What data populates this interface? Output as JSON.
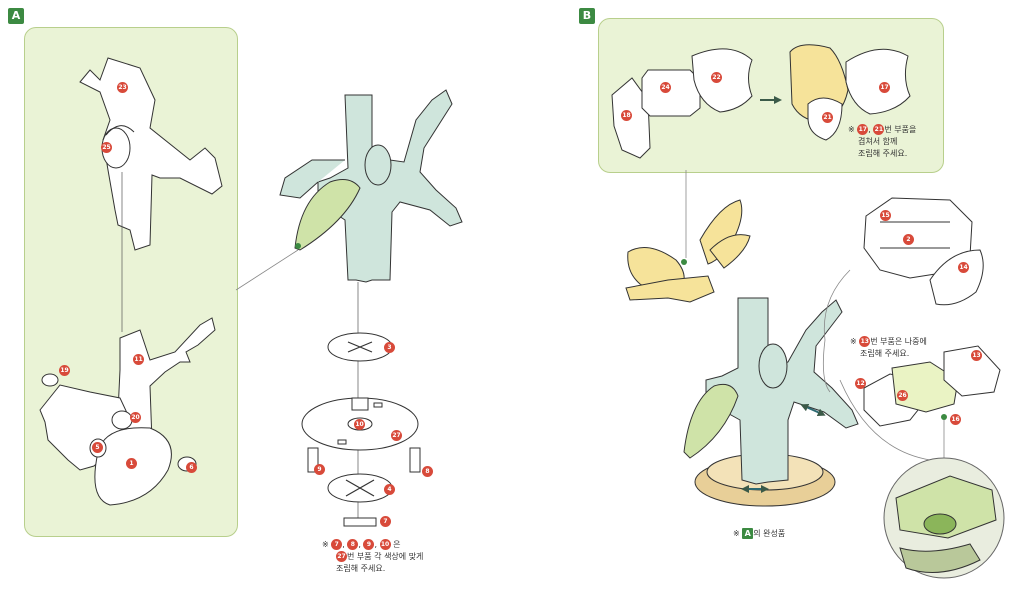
{
  "sections": {
    "a": "A",
    "b": "B"
  },
  "notes": {
    "a": {
      "sym": "※",
      "nums": [
        "7",
        "8",
        "9",
        "10"
      ],
      "joiner": "은",
      "num2": "27",
      "text1": "번 부품 각 색상에 맞게",
      "text2": "조립해 주세요."
    },
    "b_top": {
      "sym": "※",
      "nums": [
        "17",
        "21"
      ],
      "text1": "번 부품을",
      "text2": "겹쳐서 함께",
      "text3": "조립해 주세요."
    },
    "b_mid": {
      "sym": "※",
      "num": "13",
      "text1": "번 부품은 나중에",
      "text2": "조립해 주세요."
    },
    "b_bottom": {
      "sym": "※",
      "badge": "A",
      "text": "의 완성품"
    }
  },
  "part_numbers": {
    "a_top": [
      "23",
      "25"
    ],
    "a_mid": [
      "11",
      "19",
      "20",
      "5",
      "1",
      "6"
    ],
    "a_stack": [
      "3",
      "10",
      "27",
      "9",
      "8",
      "4",
      "7"
    ],
    "b_box": [
      "18",
      "24",
      "22",
      "17",
      "21"
    ],
    "b_right": [
      "15",
      "2",
      "14",
      "13",
      "12",
      "26",
      "16"
    ]
  },
  "colors": {
    "panel": "#eaf3d6",
    "panel_border": "#b8cf8c",
    "badge_red": "#d84a3a",
    "badge_green": "#3c8a42",
    "mint": "#cfe5dc",
    "yellow": "#f6e39a",
    "leaf": "#cfe3a8",
    "base": "#e8cf98"
  }
}
